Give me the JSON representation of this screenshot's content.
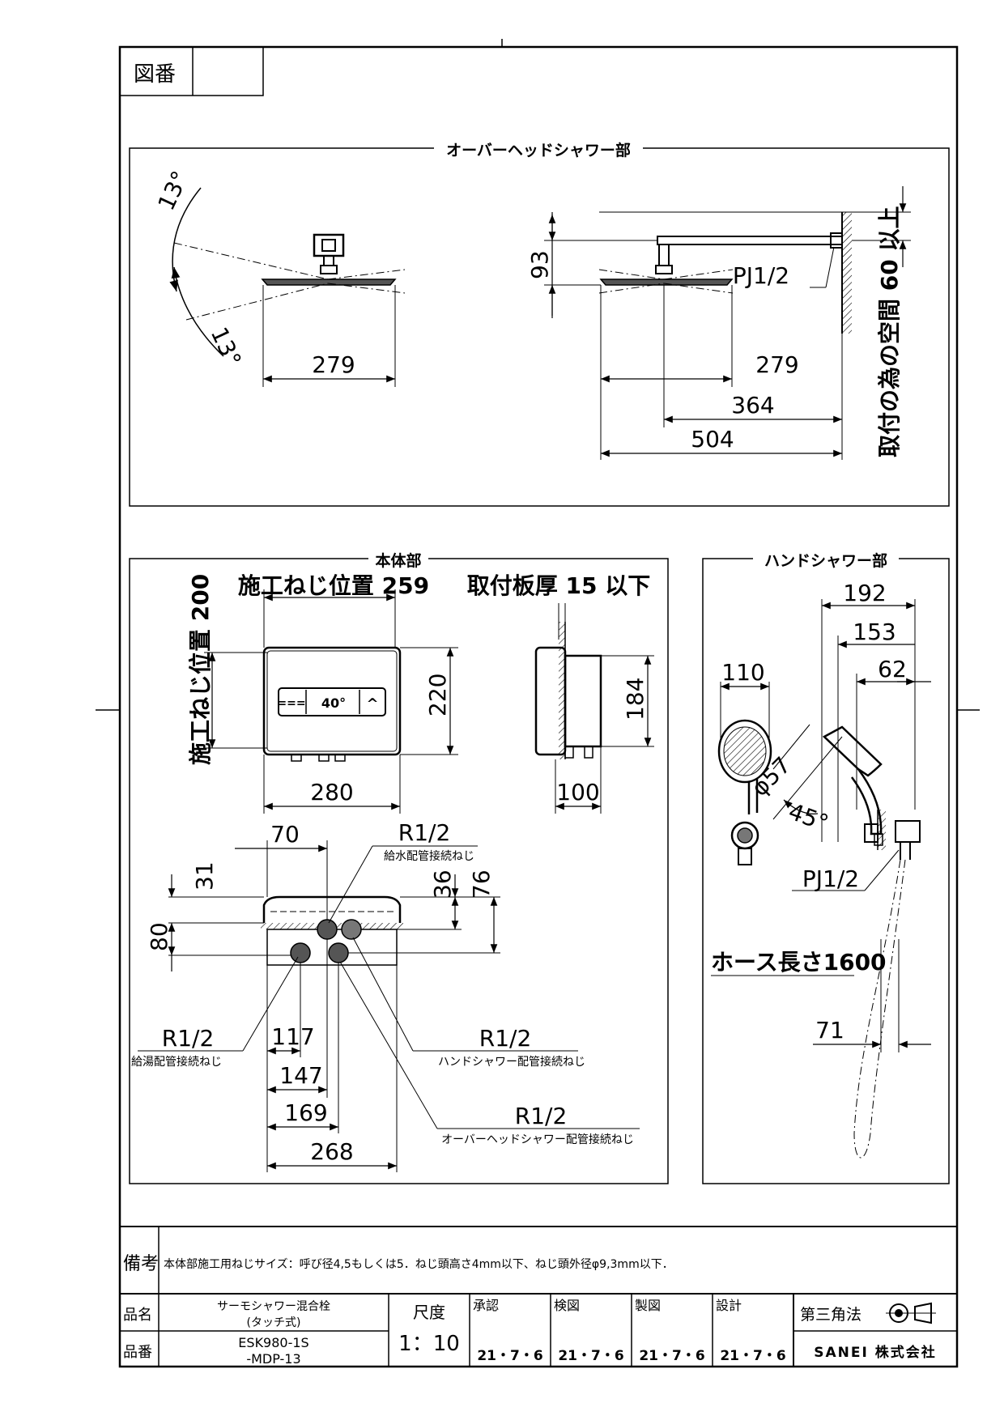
{
  "title_block": {
    "drawing_no_label": "図番",
    "remarks_label": "備考",
    "remarks_text": "本体部施工用ねじサイズ：呼び径4,5もしくは5．ねじ頭高さ4mm以下、ねじ頭外径φ9,3mm以下．",
    "product_name_label": "品名",
    "product_name_line1": "サーモシャワー混合栓",
    "product_name_line2": "(タッチ式)",
    "product_no_label": "品番",
    "product_no_line1": "ESK980-1S",
    "product_no_line2": "-MDP-13",
    "scale_label": "尺度",
    "scale_value": "1：10",
    "approval_label": "承認",
    "check_label": "検図",
    "draft_label": "製図",
    "design_label": "設計",
    "approval_date": "21・7・6",
    "check_date": "21・7・6",
    "draft_date": "21・7・6",
    "design_date": "21・7・6",
    "projection_label": "第三角法",
    "company": "SANEI 株式会社"
  },
  "overhead": {
    "section_title": "オーバーヘッドシャワー部",
    "angle_top": "13°",
    "angle_bottom": "13°",
    "width_left": "279",
    "height": "93",
    "thread": "PJ1/2",
    "width_right": "279",
    "arm_364": "364",
    "total_504": "504",
    "install_space": "取付の為の空間 60 以上"
  },
  "body": {
    "section_title": "本体部",
    "screw_pos_h": "施工ねじ位置 259",
    "screw_pos_v": "施工ねじ位置 200",
    "height_220": "220",
    "width_280": "280",
    "plate_thickness": "取付板厚 15 以下",
    "depth_184": "184",
    "depth_100": "100",
    "display_temp": "40°",
    "dim_70": "70",
    "dim_31": "31",
    "dim_80": "80",
    "dim_36": "36",
    "dim_76": "76",
    "r_cold": "R1/2",
    "cold_label": "給水配管接続ねじ",
    "r_hot": "R1/2",
    "hot_label": "給湯配管接続ねじ",
    "r_hand": "R1/2",
    "hand_label": "ハンドシャワー配管接続ねじ",
    "r_overhead": "R1/2",
    "overhead_label": "オーバーヘッドシャワー配管接続ねじ",
    "dim_117": "117",
    "dim_147": "147",
    "dim_169": "169",
    "dim_268": "268"
  },
  "hand": {
    "section_title": "ハンドシャワー部",
    "dim_192": "192",
    "dim_153": "153",
    "dim_62": "62",
    "dim_110": "110",
    "diameter": "φ57",
    "angle": "45°",
    "thread": "PJ1/2",
    "hose_length": "ホース長さ1600",
    "dim_71": "71"
  }
}
